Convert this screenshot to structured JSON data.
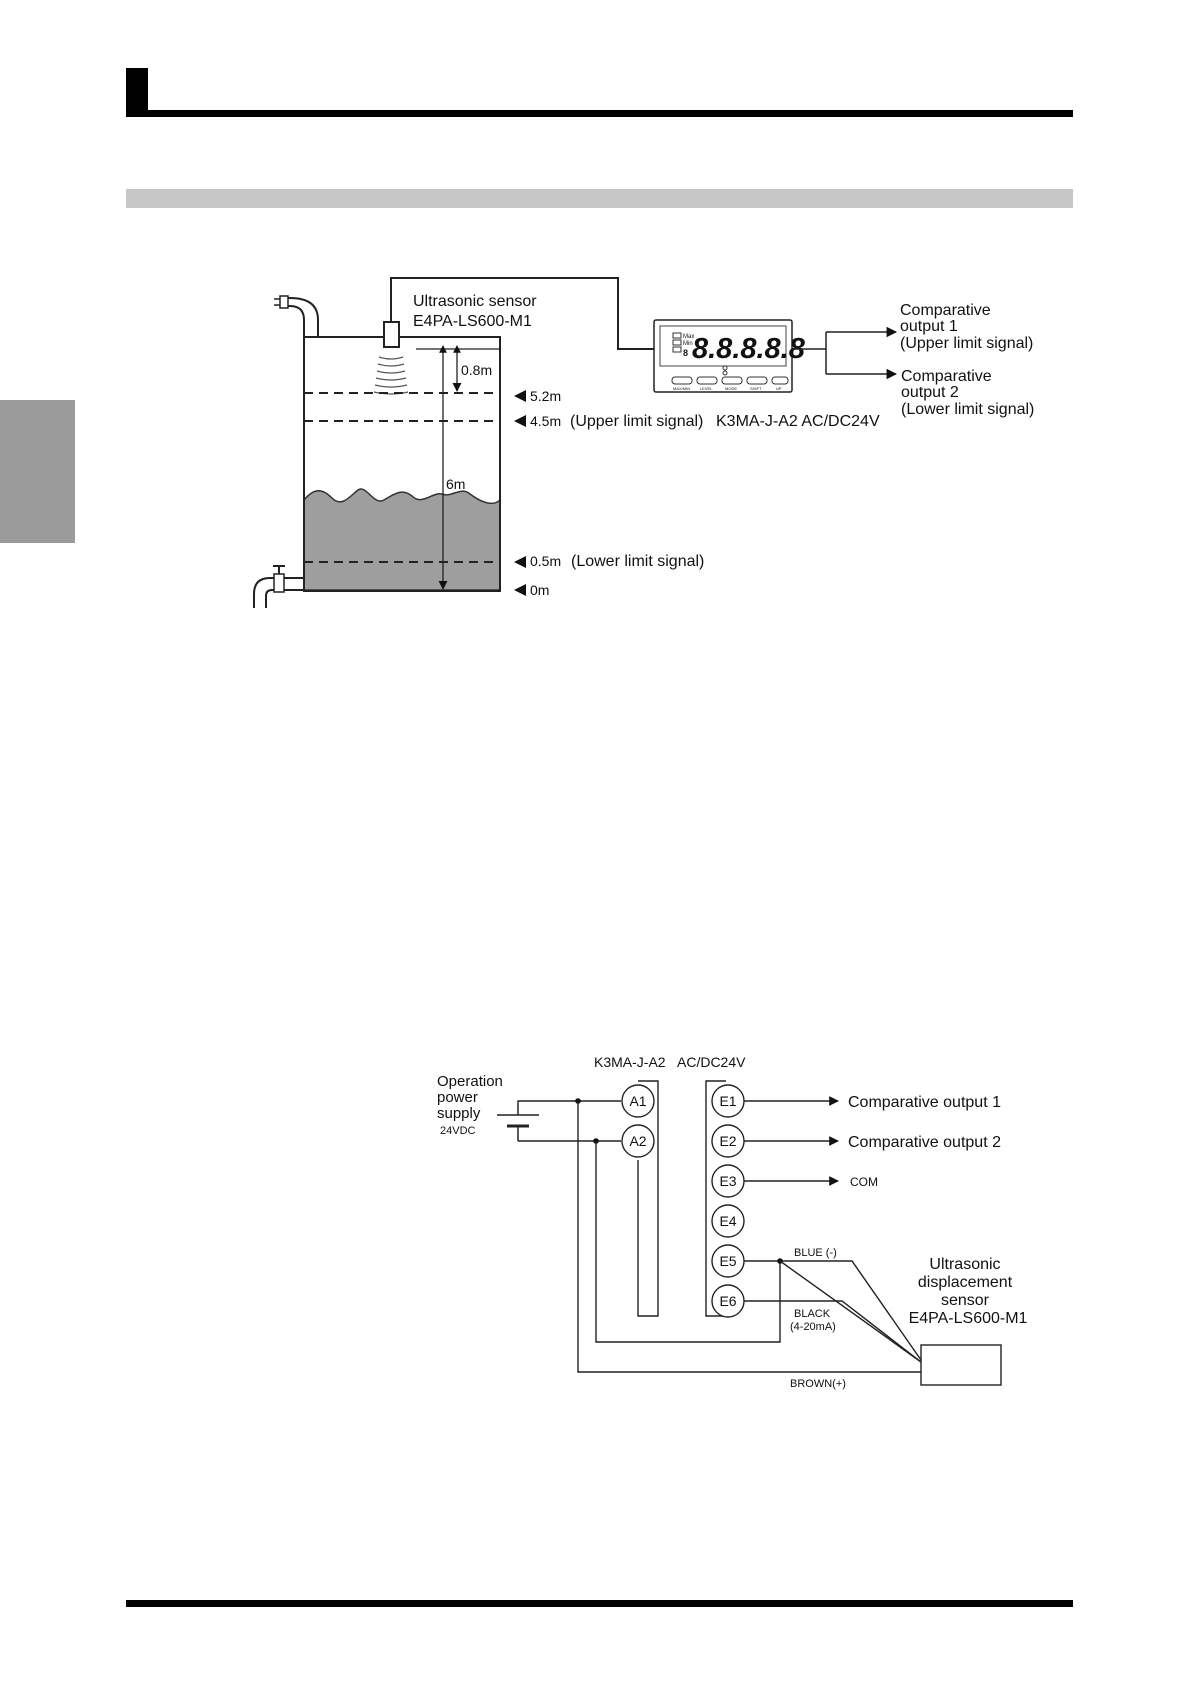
{
  "tank_diagram": {
    "sensor_label_line1": "Ultrasonic sensor",
    "sensor_label_line2": "E4PA-LS600-M1",
    "dim_08": "0.8m",
    "dim_6": "6m",
    "level_52": "5.2m",
    "level_45": "4.5m",
    "upper_limit": "(Upper limit signal)",
    "controller_model": "K3MA-J-A2 AC/DC24V",
    "level_05": "0.5m",
    "lower_limit": "(Lower limit signal)",
    "level_0": "0m",
    "out1_line1": "Comparative",
    "out1_line2": "output 1",
    "out1_line3": "(Upper limit signal)",
    "out2_line1": "Comparative",
    "out2_line2": "output 2",
    "out2_line3": "(Lower limit signal)",
    "display_digits": "8.8.8.8.8",
    "display_small_digit": "8",
    "ind_max": "Max",
    "ind_min": "Min",
    "btn_labels": [
      "MAX/MIN",
      "LEVEL",
      "MODE",
      "SHIFT",
      "UP"
    ]
  },
  "wiring_diagram": {
    "title_model": "K3MA-J-A2",
    "title_power": "AC/DC24V",
    "supply_line1": "Operation",
    "supply_line2": "power",
    "supply_line3": "supply",
    "supply_voltage": "24VDC",
    "terminals": {
      "a1": "A1",
      "a2": "A2",
      "e1": "E1",
      "e2": "E2",
      "e3": "E3",
      "e4": "E4",
      "e5": "E5",
      "e6": "E6"
    },
    "out1": "Comparative output 1",
    "out2": "Comparative output 2",
    "com": "COM",
    "blue": "BLUE (-)",
    "black_line1": "BLACK",
    "black_line2": "(4-20mA)",
    "brown": "BROWN(+)",
    "sensor_line1": "Ultrasonic",
    "sensor_line2": "displacement",
    "sensor_line3": "sensor",
    "sensor_line4": "E4PA-LS600-M1"
  }
}
